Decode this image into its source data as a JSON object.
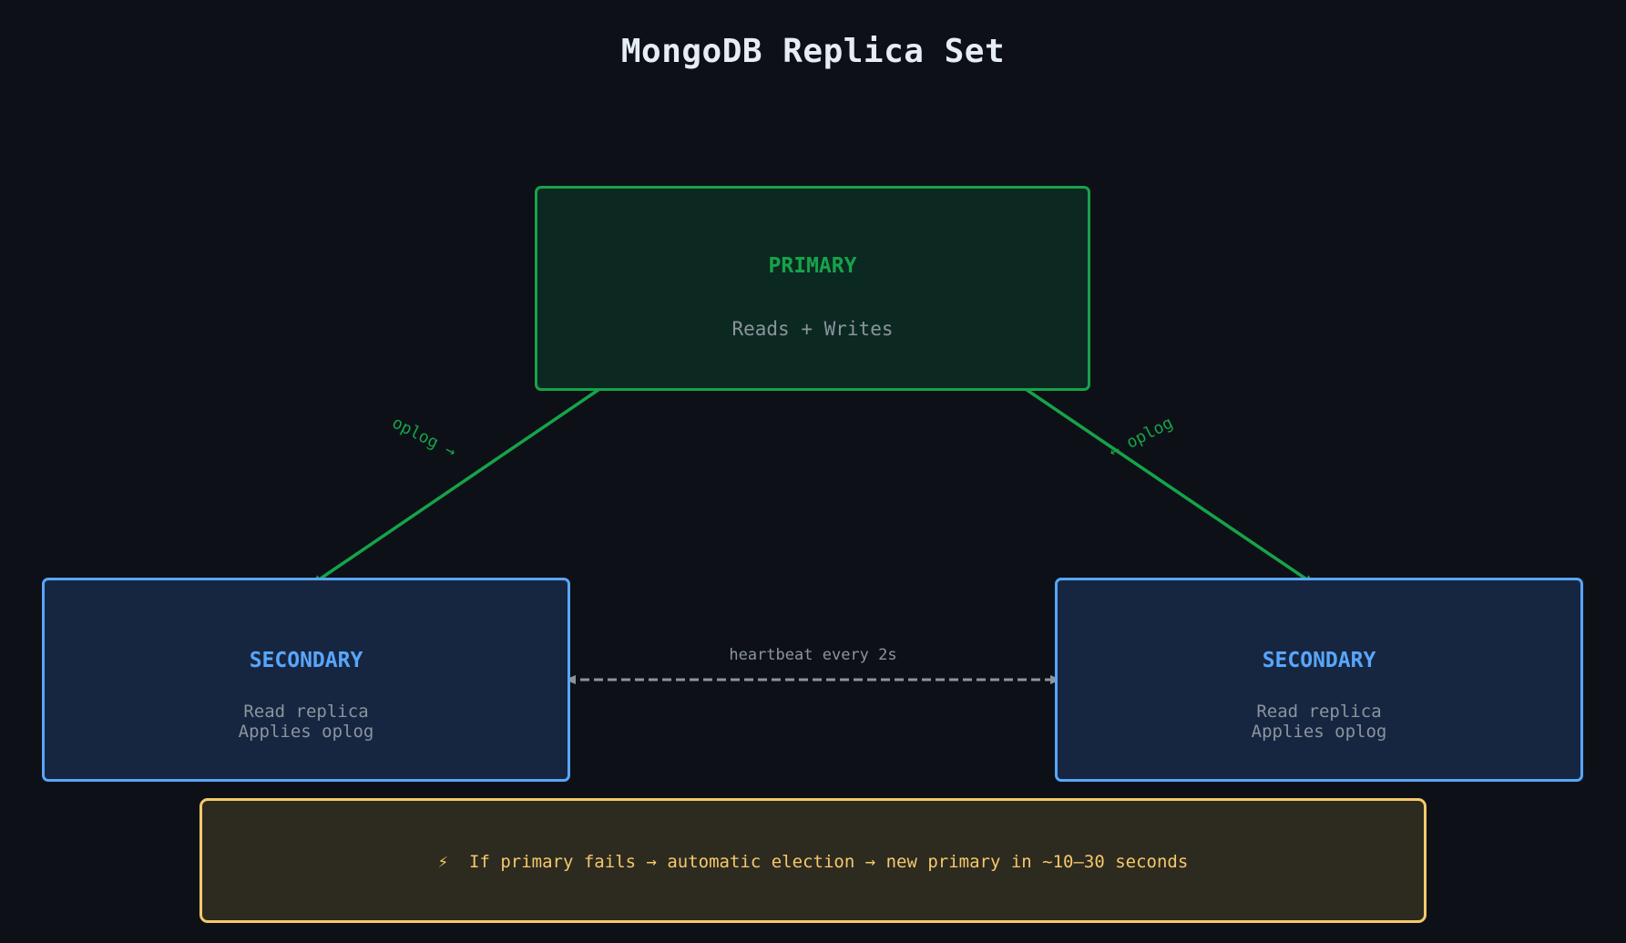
{
  "title": "MongoDB Replica Set",
  "primary": {
    "role": "PRIMARY",
    "description": "Reads + Writes"
  },
  "secondaries": [
    {
      "role": "SECONDARY",
      "lines": [
        "Read replica",
        "Applies oplog"
      ]
    },
    {
      "role": "SECONDARY",
      "lines": [
        "Read replica",
        "Applies oplog"
      ]
    }
  ],
  "edges": {
    "left_label": "oplog →",
    "right_label": "← oplog",
    "heartbeat_label": "heartbeat every 2s"
  },
  "note": {
    "icon": "lightning-icon",
    "icon_glyph": "⚡",
    "text": "If primary fails → automatic election → new primary in ~10–30 seconds"
  },
  "colors": {
    "primary": "#16a34a",
    "secondary": "#58a6ff",
    "heartbeat": "#8b949e",
    "note": "#f5c96a"
  }
}
